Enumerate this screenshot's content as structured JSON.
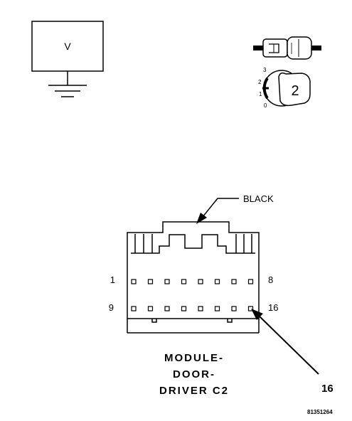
{
  "meter": {
    "symbol": "V"
  },
  "switch": {
    "positions": [
      "3",
      "2",
      "1",
      "0"
    ],
    "selected": "2"
  },
  "connector": {
    "color_label": "BLACK",
    "pin_row1_start": "1",
    "pin_row1_end": "8",
    "pin_row2_start": "9",
    "pin_row2_end": "16",
    "pins_per_row": 8,
    "callout_pin": "16",
    "title_lines": [
      "MODULE-",
      "DOOR-",
      "DRIVER C2"
    ]
  },
  "figure_id": "81351264"
}
